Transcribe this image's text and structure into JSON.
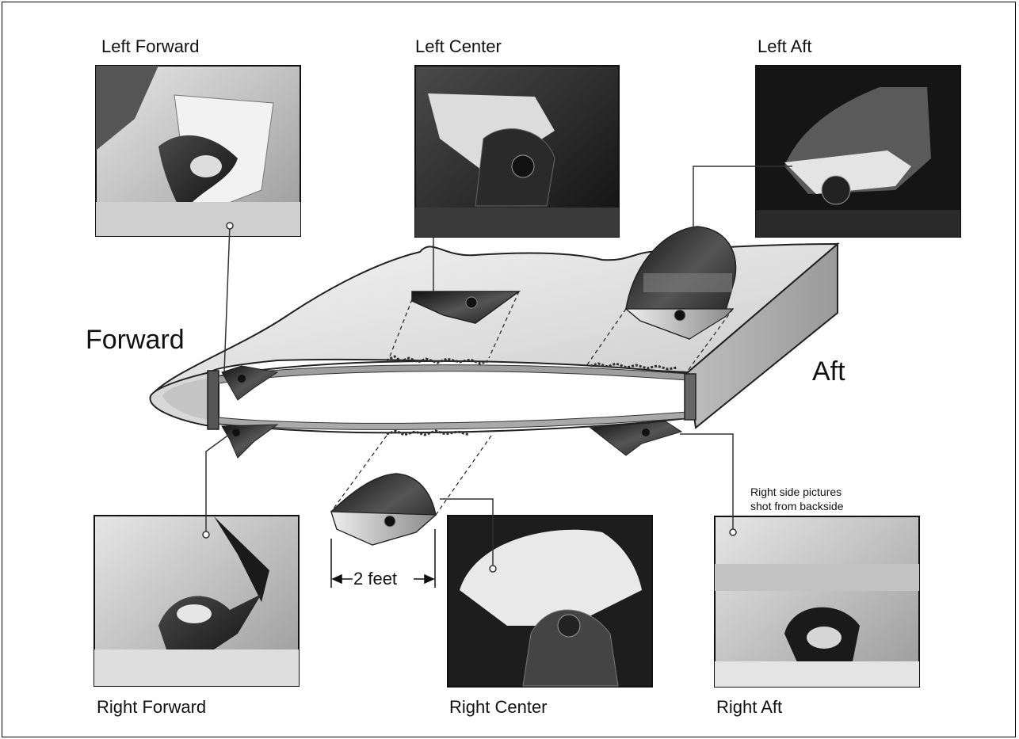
{
  "photos": {
    "left_forward": "Left Forward",
    "left_center": "Left Center",
    "left_aft": "Left Aft",
    "right_forward": "Right Forward",
    "right_center": "Right Center",
    "right_aft": "Right Aft"
  },
  "orientation": {
    "forward": "Forward",
    "aft": "Aft"
  },
  "note": {
    "line1": "Right side pictures",
    "line2": "shot from backside"
  },
  "dimension": "2 feet"
}
